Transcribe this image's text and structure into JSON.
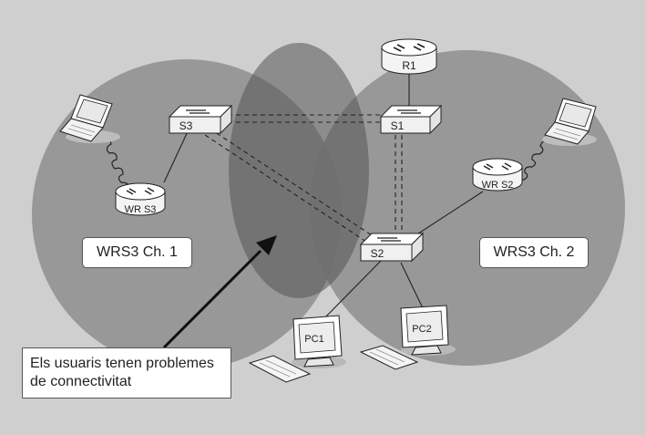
{
  "devices": {
    "router_r1": "R1",
    "switch_s1": "S1",
    "switch_s2": "S2",
    "switch_s3": "S3",
    "wireless_router_1": "WR S3",
    "wireless_router_2": "WR S2",
    "pc1": "PC1",
    "pc2": "PC2"
  },
  "coverage": {
    "left_label": "WRS3 Ch. 1",
    "right_label": "WRS3 Ch. 2"
  },
  "callout": {
    "text": "Els usuaris tenen problemes de connectivitat"
  },
  "colors": {
    "background": "#cfcfcf",
    "coverage_area": "#8f8f8f",
    "overlap_zone": "#5e5e5e"
  }
}
